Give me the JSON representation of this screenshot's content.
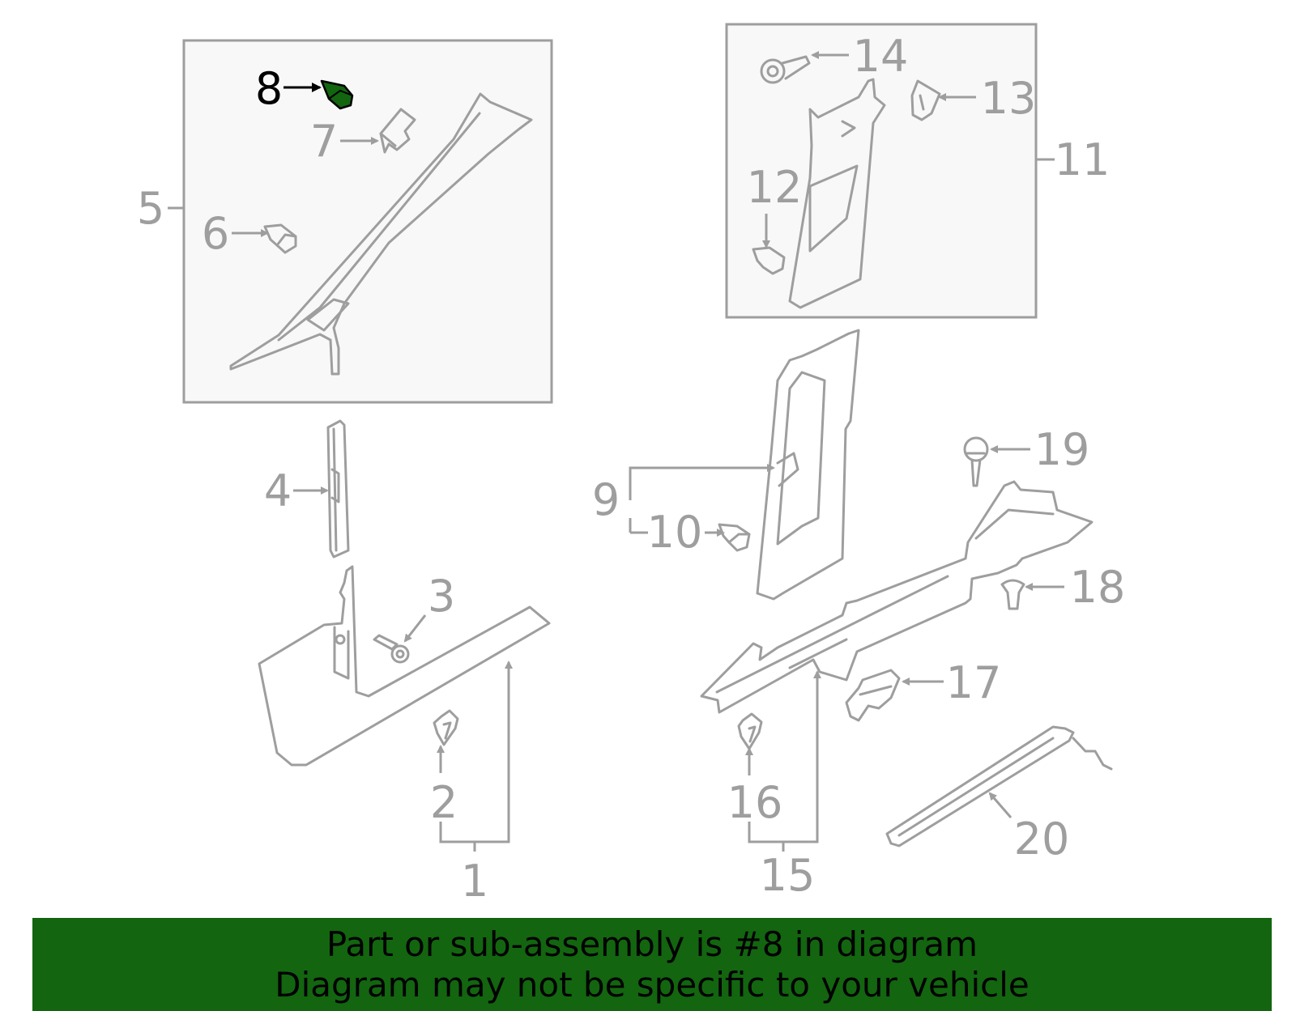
{
  "diagram": {
    "highlighted_part": "8",
    "highlight_color": "#136510",
    "callouts": [
      "1",
      "2",
      "3",
      "4",
      "5",
      "6",
      "7",
      "8",
      "9",
      "10",
      "11",
      "12",
      "13",
      "14",
      "15",
      "16",
      "17",
      "18",
      "19",
      "20"
    ]
  },
  "banner": {
    "line1": "Part or sub-assembly is #8 in diagram",
    "line2": "Diagram may not be specific to your vehicle",
    "background": "#136510"
  }
}
